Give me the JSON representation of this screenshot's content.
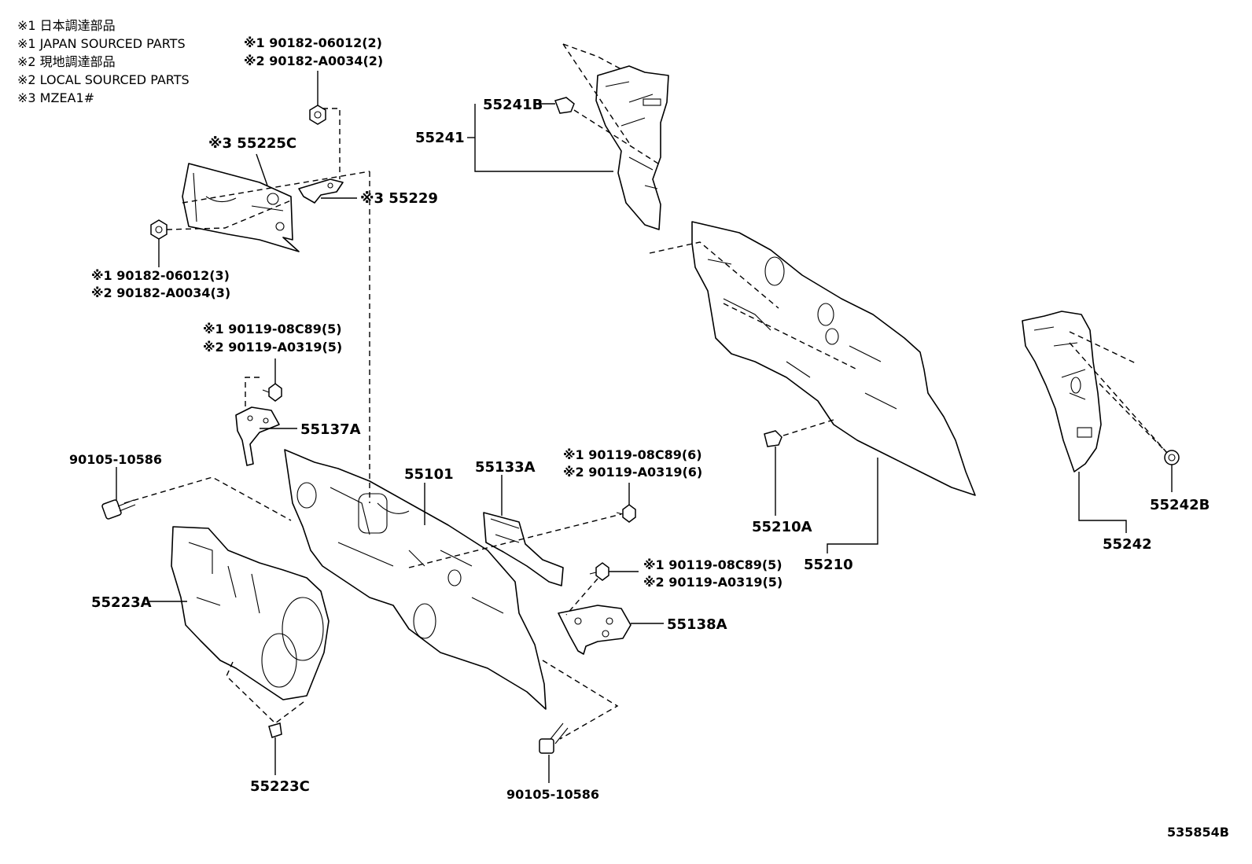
{
  "notes": [
    "※1 日本調達部品",
    "※1 JAPAN SOURCED PARTS",
    "※2 現地調達部品",
    "※2 LOCAL SOURCED PARTS",
    "※3 MZEA1#"
  ],
  "labels": {
    "l_90182_top_1": "※1 90182-06012(2)",
    "l_90182_top_2": "※2 90182-A0034(2)",
    "l_55225C": "※3 55225C",
    "l_55229": "※3 55229",
    "l_90182_mid_1": "※1 90182-06012(3)",
    "l_90182_mid_2": "※2 90182-A0034(3)",
    "l_90119_5a_1": "※1 90119-08C89(5)",
    "l_90119_5a_2": "※2 90119-A0319(5)",
    "l_55137A": "55137A",
    "l_90105_left": "90105-10586",
    "l_55101": "55101",
    "l_55133A": "55133A",
    "l_90119_6_1": "※1 90119-08C89(6)",
    "l_90119_6_2": "※2 90119-A0319(6)",
    "l_90119_5b_1": "※1 90119-08C89(5)",
    "l_90119_5b_2": "※2 90119-A0319(5)",
    "l_55138A": "55138A",
    "l_55223A": "55223A",
    "l_55223C": "55223C",
    "l_90105_bottom": "90105-10586",
    "l_55241B": "55241B",
    "l_55241": "55241",
    "l_55210A": "55210A",
    "l_55210": "55210",
    "l_55242B": "55242B",
    "l_55242": "55242",
    "l_ref": "535854B"
  }
}
